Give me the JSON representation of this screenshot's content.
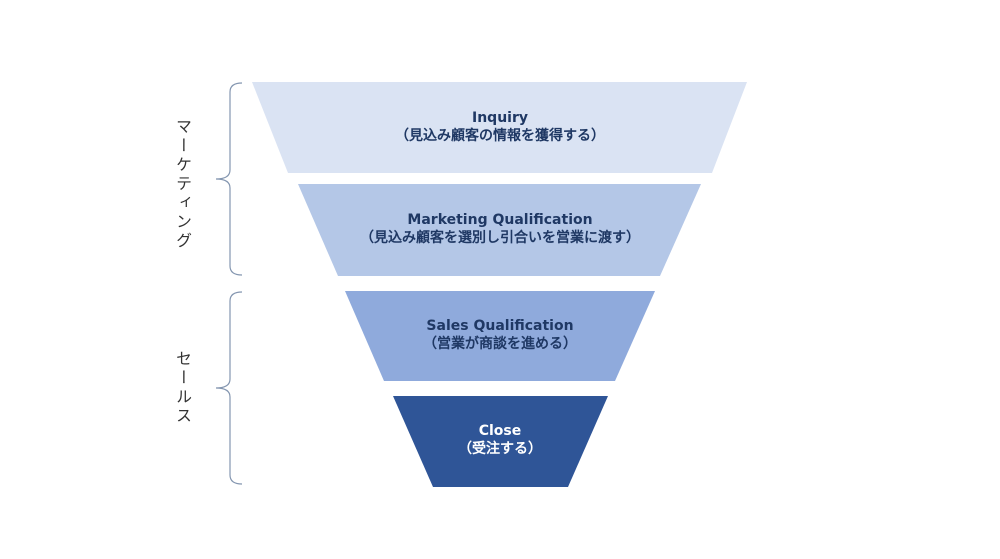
{
  "groups": [
    {
      "label": "マーケティング"
    },
    {
      "label": "セールス"
    }
  ],
  "stages": [
    {
      "title": "Inquiry",
      "subtitle": "（見込み顧客の情報を獲得する）",
      "color": "#dae3f3"
    },
    {
      "title": "Marketing Qualification",
      "subtitle": "（見込み顧客を選別し引合いを営業に渡す）",
      "color": "#b4c7e7"
    },
    {
      "title": "Sales Qualification",
      "subtitle": "（営業が商談を進める）",
      "color": "#8faadc"
    },
    {
      "title": "Close",
      "subtitle": "（受注する）",
      "color": "#2f5597"
    }
  ]
}
